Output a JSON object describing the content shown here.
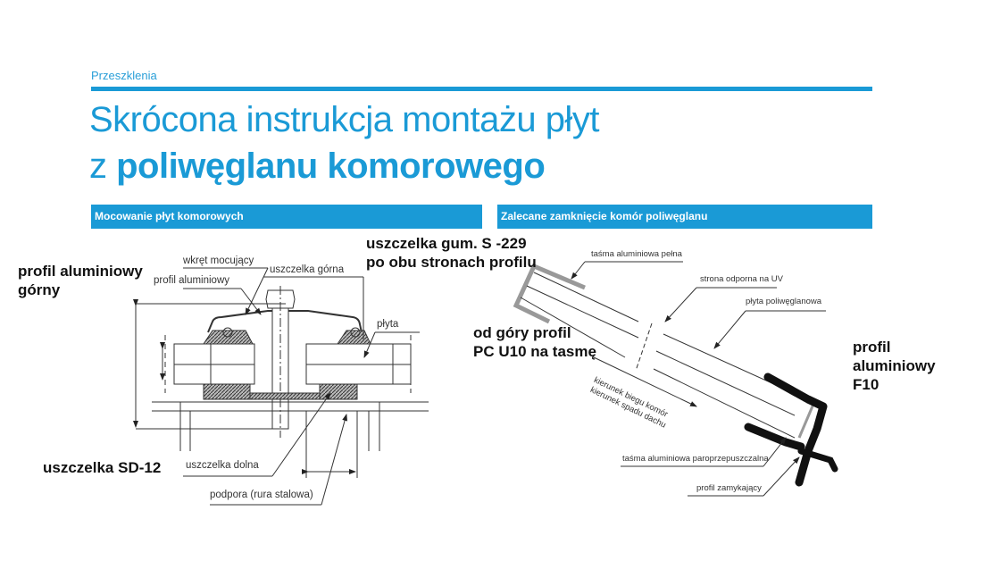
{
  "header": {
    "breadcrumb": "Przeszklenia",
    "title_line1": "Skrócona instrukcja montażu płyt",
    "title_line2_prefix": "z ",
    "title_line2_bold": "poliwęglanu komorowego"
  },
  "sections": {
    "left_title": "Mocowanie płyt komorowych",
    "right_title": "Zalecane zamknięcie komór poliwęglanu"
  },
  "left_diagram": {
    "annotations": {
      "profil_gorny_1": "profil aluminiowy",
      "profil_gorny_2": "górny",
      "sd12": "uszczelka SD-12",
      "s229_1": "uszczelka gum. S -229",
      "s229_2": "po obu stronach profilu"
    },
    "labels": {
      "wkret": "wkręt mocujący",
      "profil": "profil aluminiowy",
      "uszczelka_gorna": "uszczelka górna",
      "plyta": "płyta",
      "uszczelka_dolna": "uszczelka dolna",
      "podpora": "podpora (rura stalowa)"
    }
  },
  "right_diagram": {
    "annotations": {
      "u10_1": "od góry profil",
      "u10_2": "PC U10 na tasmę",
      "f10_1": "profil",
      "f10_2": "aluminiowy",
      "f10_3": "F10"
    },
    "labels": {
      "tasma_pelna": "taśma aluminiowa pełna",
      "strona_uv": "strona odporna na UV",
      "plyta_pw": "płyta poliwęglanowa",
      "kierunek_komor": "kierunek biegu komór",
      "kierunek_dachu": "kierunek spadu dachu",
      "tasma_paro": "taśma aluminiowa paroprzepuszczalna",
      "profil_zamykajacy": "profil zamykający"
    }
  },
  "colors": {
    "accent": "#1a9ad6"
  }
}
